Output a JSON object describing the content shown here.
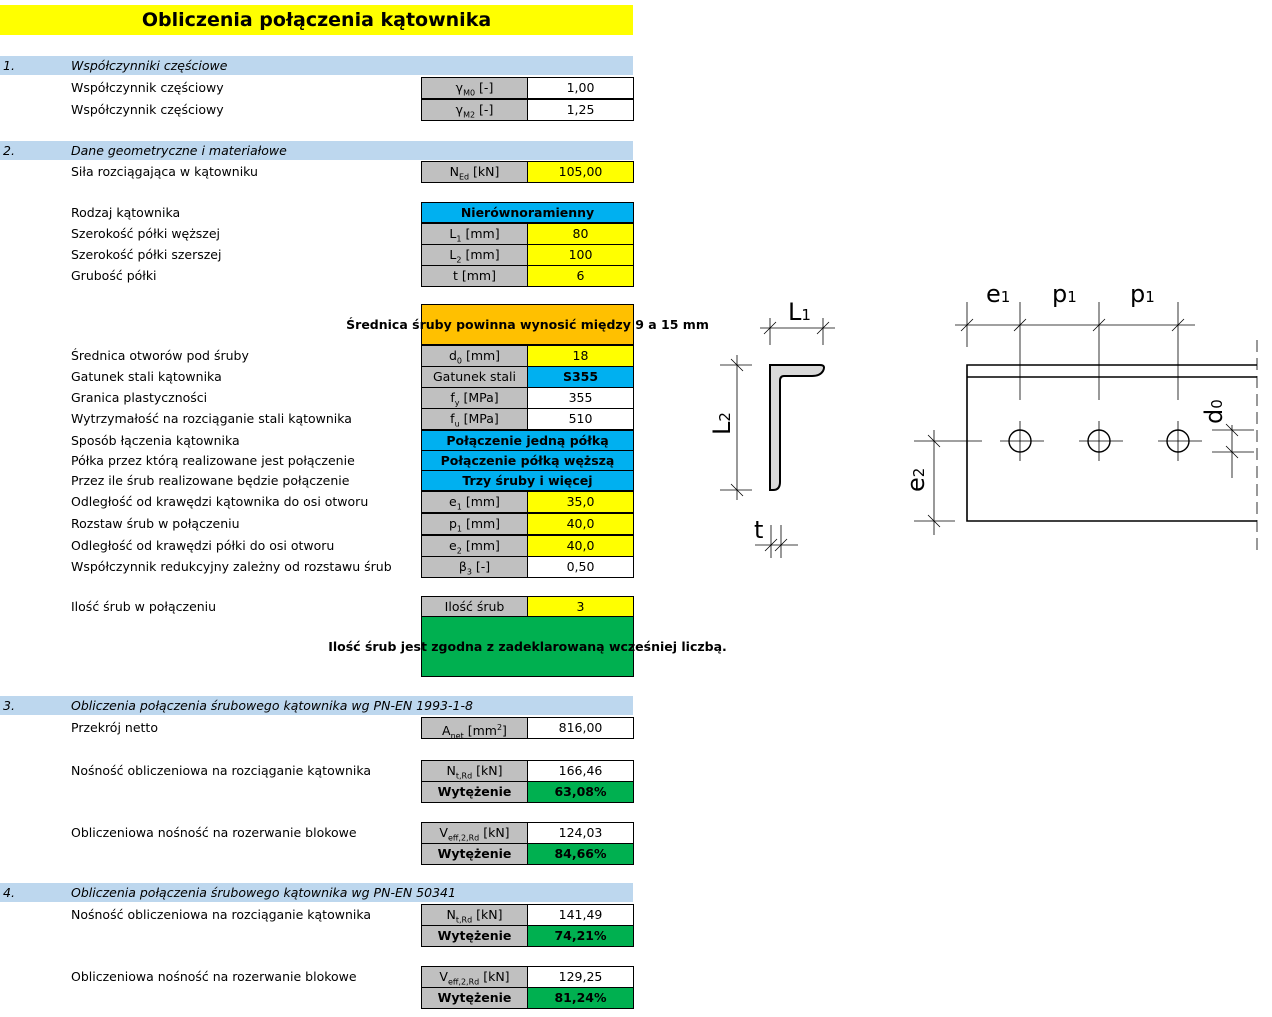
{
  "title": "Obliczenia połączenia kątownika",
  "sections": [
    {
      "num": "1.",
      "title": "Współczynniki częściowe"
    },
    {
      "num": "2.",
      "title": "Dane geometryczne i materiałowe"
    },
    {
      "num": "3.",
      "title": "Obliczenia połączenia śrubowego kątownika wg PN-EN 1993-1-8"
    },
    {
      "num": "4.",
      "title": "Obliczenia połączenia śrubowego kątownika wg PN-EN 50341"
    }
  ],
  "colors": {
    "yellow": "#ffff00",
    "blue": "#00b0f0",
    "orange": "#ffc000",
    "green": "#00b050",
    "white": "#ffffff"
  },
  "rows": [
    {
      "kind": "pair",
      "desc": "Współczynnik częściowy",
      "main": "γ",
      "sub": "M0",
      "unit": " [-]",
      "value": "1,00",
      "color": "white"
    },
    {
      "kind": "pair",
      "desc": "Współczynnik częściowy",
      "main": "γ",
      "sub": "M2",
      "unit": " [-]",
      "value": "1,25",
      "color": "white"
    },
    {
      "kind": "pair",
      "desc": "Siła rozciągająca w kątowniku",
      "main": "N",
      "sub": "Ed",
      "unit": " [kN]",
      "value": "105,00",
      "color": "yellow"
    },
    {
      "kind": "banner",
      "desc": "Rodzaj kątownika",
      "value": "Nierównoramienny",
      "color": "blue"
    },
    {
      "kind": "pair",
      "desc": "Szerokość półki węższej",
      "main": "L",
      "sub": "1",
      "unit": " [mm]",
      "value": "80",
      "color": "yellow"
    },
    {
      "kind": "pair",
      "desc": "Szerokość półki szerszej",
      "main": "L",
      "sub": "2",
      "unit": " [mm]",
      "value": "100",
      "color": "yellow"
    },
    {
      "kind": "pair",
      "desc": "Grubość półki",
      "main": "t",
      "sub": "",
      "unit": " [mm]",
      "value": "6",
      "color": "yellow"
    },
    {
      "kind": "banner",
      "desc": "",
      "value": "Średnica śruby powinna wynosić między 9 a 15 mm",
      "color": "orange"
    },
    {
      "kind": "pair",
      "desc": "Średnica otworów pod śruby",
      "main": "d",
      "sub": "0",
      "unit": " [mm]",
      "value": "18",
      "color": "yellow"
    },
    {
      "kind": "pair",
      "desc": "Gatunek stali kątownika",
      "main": "Gatunek stali",
      "sub": "",
      "unit": "",
      "value": "S355",
      "color": "blue",
      "bold": true
    },
    {
      "kind": "pair",
      "desc": "Granica plastyczności",
      "main": "f",
      "sub": "y",
      "unit": " [MPa]",
      "value": "355",
      "color": "white"
    },
    {
      "kind": "pair",
      "desc": "Wytrzymałość na rozciąganie stali kątownika",
      "main": "f",
      "sub": "u",
      "unit": " [MPa]",
      "value": "510",
      "color": "white"
    },
    {
      "kind": "banner",
      "desc": "Sposób łączenia kątownika",
      "value": "Połączenie jedną półką",
      "color": "blue"
    },
    {
      "kind": "banner",
      "desc": "Półka przez którą realizowane jest połączenie",
      "value": "Połączenie półką węższą",
      "color": "blue"
    },
    {
      "kind": "banner",
      "desc": "Przez ile śrub realizowane będzie połączenie",
      "value": "Trzy śruby i więcej",
      "color": "blue"
    },
    {
      "kind": "pair",
      "desc": "Odległość od krawędzi kątownika do osi otworu",
      "main": "e",
      "sub": "1",
      "unit": " [mm]",
      "value": "35,0",
      "color": "yellow"
    },
    {
      "kind": "pair",
      "desc": "Rozstaw śrub w połączeniu",
      "main": "p",
      "sub": "1",
      "unit": " [mm]",
      "value": "40,0",
      "color": "yellow"
    },
    {
      "kind": "pair",
      "desc": "Odległość od krawędzi półki do osi otworu",
      "main": "e",
      "sub": "2",
      "unit": " [mm]",
      "value": "40,0",
      "color": "yellow"
    },
    {
      "kind": "pair",
      "desc": "Współczynnik redukcyjny zależny od rozstawu śrub",
      "main": "β",
      "sub": "3",
      "unit": " [-]",
      "value": "0,50",
      "color": "white"
    },
    {
      "kind": "pair",
      "desc": "Ilość śrub w połączeniu",
      "main": "Ilość śrub",
      "sub": "",
      "unit": "",
      "value": "3",
      "color": "yellow"
    },
    {
      "kind": "banner",
      "desc": "",
      "value": "Ilość śrub jest zgodna z zadeklarowaną wcześniej liczbą.",
      "color": "green"
    },
    {
      "kind": "pair",
      "desc": "Przekrój netto",
      "main": "A",
      "sub": "net",
      "sup": "2",
      "unit": " [mm",
      "unit2": "]",
      "value": "816,00",
      "color": "white"
    },
    {
      "kind": "pair",
      "desc": "Nośność obliczeniowa na rozciąganie kątownika",
      "main": "N",
      "sub": "t,Rd",
      "unit": " [kN]",
      "value": "166,46",
      "color": "white"
    },
    {
      "kind": "pair",
      "desc": "",
      "main": "Wytężenie",
      "sub": "",
      "unit": "",
      "value": "63,08%",
      "color": "green",
      "bold": true,
      "labbold": true
    },
    {
      "kind": "pair",
      "desc": "Obliczeniowa nośność na rozerwanie blokowe",
      "main": "V",
      "sub": "eff,2,Rd",
      "unit": " [kN]",
      "value": "124,03",
      "color": "white"
    },
    {
      "kind": "pair",
      "desc": "",
      "main": "Wytężenie",
      "sub": "",
      "unit": "",
      "value": "84,66%",
      "color": "green",
      "bold": true,
      "labbold": true
    },
    {
      "kind": "pair",
      "desc": "Nośność obliczeniowa na rozciąganie kątownika",
      "main": "N",
      "sub": "t,Rd",
      "unit": " [kN]",
      "value": "141,49",
      "color": "white"
    },
    {
      "kind": "pair",
      "desc": "",
      "main": "Wytężenie",
      "sub": "",
      "unit": "",
      "value": "74,21%",
      "color": "green",
      "bold": true,
      "labbold": true
    },
    {
      "kind": "pair",
      "desc": "Obliczeniowa nośność na rozerwanie blokowe",
      "main": "V",
      "sub": "eff,2,Rd",
      "unit": " [kN]",
      "value": "129,25",
      "color": "white"
    },
    {
      "kind": "pair",
      "desc": "",
      "main": "Wytężenie",
      "sub": "",
      "unit": "",
      "value": "81,24%",
      "color": "green",
      "bold": true,
      "labbold": true
    }
  ],
  "diagram": {
    "L1": "L",
    "L1s": "1",
    "L2": "L",
    "L2s": "2",
    "t": "t",
    "e1": "e",
    "e1s": "1",
    "p1": "p",
    "p1s": "1",
    "e2": "e",
    "e2s": "2",
    "d0": "d",
    "d0s": "0"
  }
}
